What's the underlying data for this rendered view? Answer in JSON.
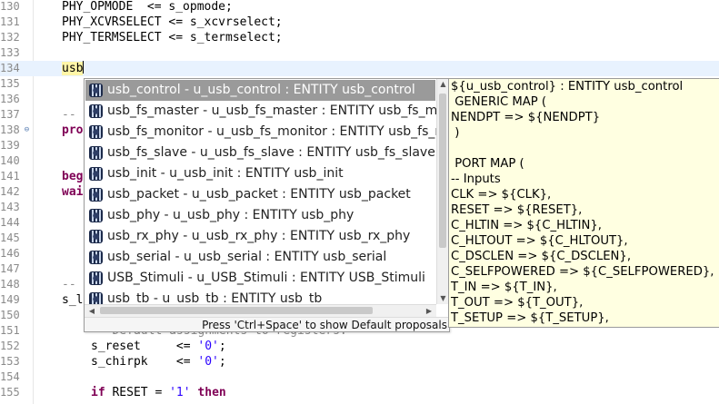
{
  "editor": {
    "lines": [
      {
        "num": "130",
        "text": "PHY_OPMODE  <= s_opmode;"
      },
      {
        "num": "131",
        "text": "PHY_XCVRSELECT <= s_xcvrselect;"
      },
      {
        "num": "132",
        "text": "PHY_TERMSELECT <= s_termselect;"
      },
      {
        "num": "133",
        "text": ""
      },
      {
        "num": "134",
        "text": "usb"
      },
      {
        "num": "135",
        "text": ""
      },
      {
        "num": "136",
        "text": ""
      },
      {
        "num": "137",
        "text": "--"
      },
      {
        "num": "138",
        "text": "pro"
      },
      {
        "num": "139",
        "text": ""
      },
      {
        "num": "140",
        "text": ""
      },
      {
        "num": "141",
        "text": "beg"
      },
      {
        "num": "142",
        "text": "wai"
      },
      {
        "num": "143",
        "text": ""
      },
      {
        "num": "144",
        "text": ""
      },
      {
        "num": "145",
        "text": ""
      },
      {
        "num": "146",
        "text": ""
      },
      {
        "num": "147",
        "text": ""
      },
      {
        "num": "148",
        "text": "--"
      },
      {
        "num": "149",
        "text": "s_l"
      },
      {
        "num": "150",
        "text": ""
      },
      {
        "num": "151",
        "text": "-- Default assignments to registers."
      },
      {
        "num": "152",
        "text": "s_reset     <= '0';"
      },
      {
        "num": "153",
        "text": "s_chirpk    <= '0';"
      },
      {
        "num": "154",
        "text": ""
      },
      {
        "num": "155",
        "text": "if RESET = '1' then"
      }
    ],
    "code_parts": {
      "l130": "PHY_OPMODE  <= s_opmode;",
      "l131": "PHY_XCVRSELECT <= s_xcvrselect;",
      "l132": "PHY_TERMSELECT <= s_termselect;",
      "l134": "usb",
      "l137": "--",
      "l138": "pro",
      "l141": "beg",
      "l142": "wai",
      "l148": "--",
      "l149": "s_l",
      "l151": "-- Default assignments to registers.",
      "l152_a": "s_reset     <= ",
      "l152_b": "'0'",
      "l152_c": ";",
      "l153_a": "s_chirpk    <= ",
      "l153_b": "'0'",
      "l153_c": ";",
      "l155_kw1": "if",
      "l155_a": " RESET = ",
      "l155_b": "'1'",
      "l155_kw2": "then"
    }
  },
  "completion": {
    "items": [
      {
        "label": "usb_control -  u_usb_control : ENTITY usb_control",
        "icon": "entity-icon"
      },
      {
        "label": "usb_fs_master -  u_usb_fs_master : ENTITY usb_fs_mas",
        "icon": "entity-icon"
      },
      {
        "label": "usb_fs_monitor -  u_usb_fs_monitor : ENTITY usb_fs_mo",
        "icon": "entity-icon"
      },
      {
        "label": "usb_fs_slave -  u_usb_fs_slave : ENTITY usb_fs_slave",
        "icon": "entity-icon"
      },
      {
        "label": "usb_init -  u_usb_init : ENTITY usb_init",
        "icon": "entity-icon"
      },
      {
        "label": "usb_packet -  u_usb_packet : ENTITY usb_packet",
        "icon": "entity-icon"
      },
      {
        "label": "usb_phy -  u_usb_phy : ENTITY usb_phy",
        "icon": "entity-icon"
      },
      {
        "label": "usb_rx_phy -  u_usb_rx_phy : ENTITY usb_rx_phy",
        "icon": "entity-icon"
      },
      {
        "label": "usb_serial -  u_usb_serial : ENTITY usb_serial",
        "icon": "entity-icon"
      },
      {
        "label": "USB_Stimuli -  u_USB_Stimuli : ENTITY USB_Stimuli",
        "icon": "entity-icon"
      },
      {
        "label": "usb_tb -  u_usb_tb : ENTITY usb_tb",
        "icon": "entity-icon"
      }
    ],
    "selected_index": 0,
    "status_hint": "Press 'Ctrl+Space' to show Default proposals"
  },
  "info_panel": {
    "lines": [
      "${u_usb_control} : ENTITY usb_control",
      " GENERIC MAP (",
      "NENDPT => ${NENDPT}",
      " )",
      "",
      " PORT MAP (",
      "-- Inputs",
      "CLK => ${CLK},",
      "RESET => ${RESET},",
      "C_HLTIN => ${C_HLTIN},",
      "C_HLTOUT => ${C_HLTOUT},",
      "C_DSCLEN => ${C_DSCLEN},",
      "C_SELFPOWERED => ${C_SELFPOWERED},",
      "T_IN => ${T_IN},",
      "T_OUT => ${T_OUT},",
      "T_SETUP => ${T_SETUP},"
    ]
  },
  "colors": {
    "keyword": "#7f0055",
    "string": "#2a00ff",
    "comment": "#8a8a8a",
    "current_line": "#e8f2fe",
    "info_bg": "#ffffe1",
    "selection": "#9a9a9a"
  }
}
